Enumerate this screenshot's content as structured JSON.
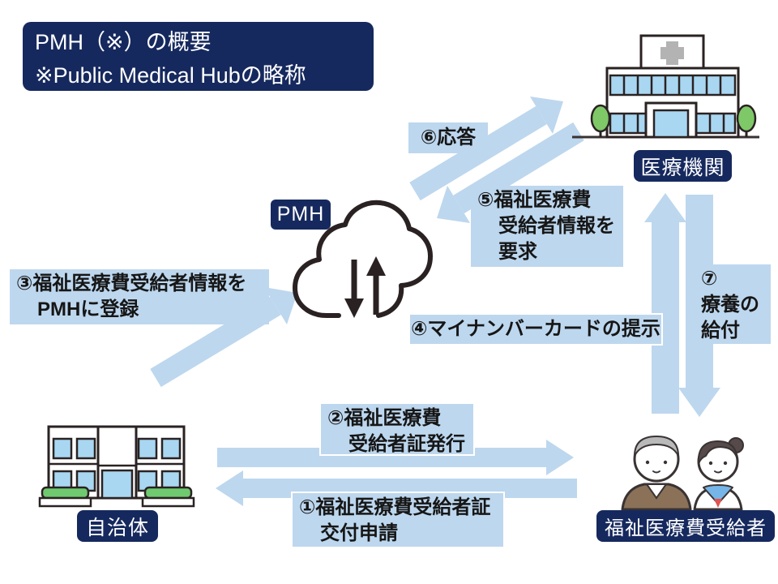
{
  "title": {
    "line1": "PMH（※）の概要",
    "line2": "※Public Medical Hubの略称"
  },
  "nodes": {
    "pmh": {
      "label": "PMH",
      "icon": "cloud-upload-download-icon"
    },
    "hospital": {
      "label": "医療機関",
      "icon": "hospital-building-icon"
    },
    "municipality": {
      "label": "自治体",
      "icon": "government-building-icon"
    },
    "recipients": {
      "label": "福祉医療費受給者",
      "icon": "elderly-man-and-girl-icon"
    }
  },
  "steps": {
    "s1": {
      "lines": [
        "①福祉医療費受給者証",
        "交付申請"
      ],
      "from": "福祉医療費受給者",
      "to": "自治体"
    },
    "s2": {
      "lines": [
        "②福祉医療費",
        "受給者証発行"
      ],
      "from": "自治体",
      "to": "福祉医療費受給者"
    },
    "s3": {
      "lines": [
        "③福祉医療費受給者情報を",
        "PMHに登録"
      ],
      "from": "自治体",
      "to": "PMH"
    },
    "s4": {
      "lines": [
        "④マイナンバーカードの提示"
      ],
      "from": "福祉医療費受給者",
      "to": "医療機関"
    },
    "s5": {
      "lines": [
        "⑤福祉医療費",
        "受給者情報を",
        "要求"
      ],
      "from": "医療機関",
      "to": "PMH"
    },
    "s6": {
      "lines": [
        "⑥応答"
      ],
      "from": "PMH",
      "to": "医療機関"
    },
    "s7": {
      "lines": [
        "⑦",
        "療養の",
        "給付"
      ],
      "from": "医療機関",
      "to": "福祉医療費受給者"
    }
  },
  "colors": {
    "navy": "#16295e",
    "arrow_light_blue": "#bdd7ee",
    "outline_dark": "#2a2222",
    "window_blue": "#a9d7f2",
    "tree_green": "#7ec868",
    "bush_green": "#6fc96f",
    "cross_gray": "#b3b3b3",
    "sweater_brown": "#8a7158",
    "sailor_blue": "#76b5e8",
    "ribbon_red": "#e0534f",
    "text_dark": "#161616"
  }
}
